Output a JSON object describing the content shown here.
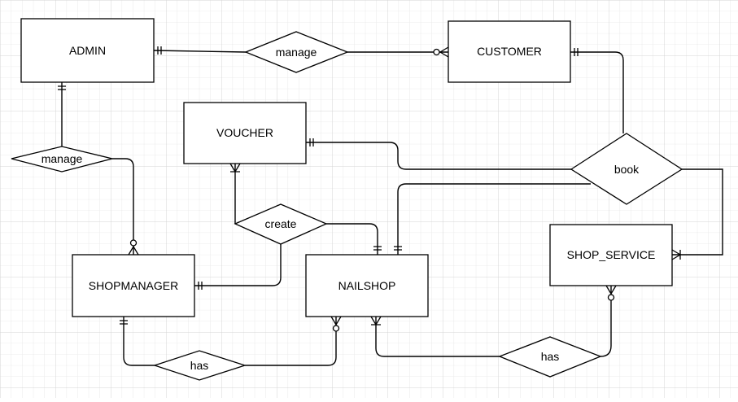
{
  "entities": {
    "admin": "ADMIN",
    "customer": "CUSTOMER",
    "voucher": "VOUCHER",
    "shopmanager": "SHOPMANAGER",
    "nailshop": "NAILSHOP",
    "shop_service": "SHOP_SERVICE"
  },
  "relationships": {
    "admin_customer": "manage",
    "admin_shopmanager": "manage",
    "book": "book",
    "create": "create",
    "shopmanager_nailshop": "has",
    "nailshop_service": "has"
  }
}
